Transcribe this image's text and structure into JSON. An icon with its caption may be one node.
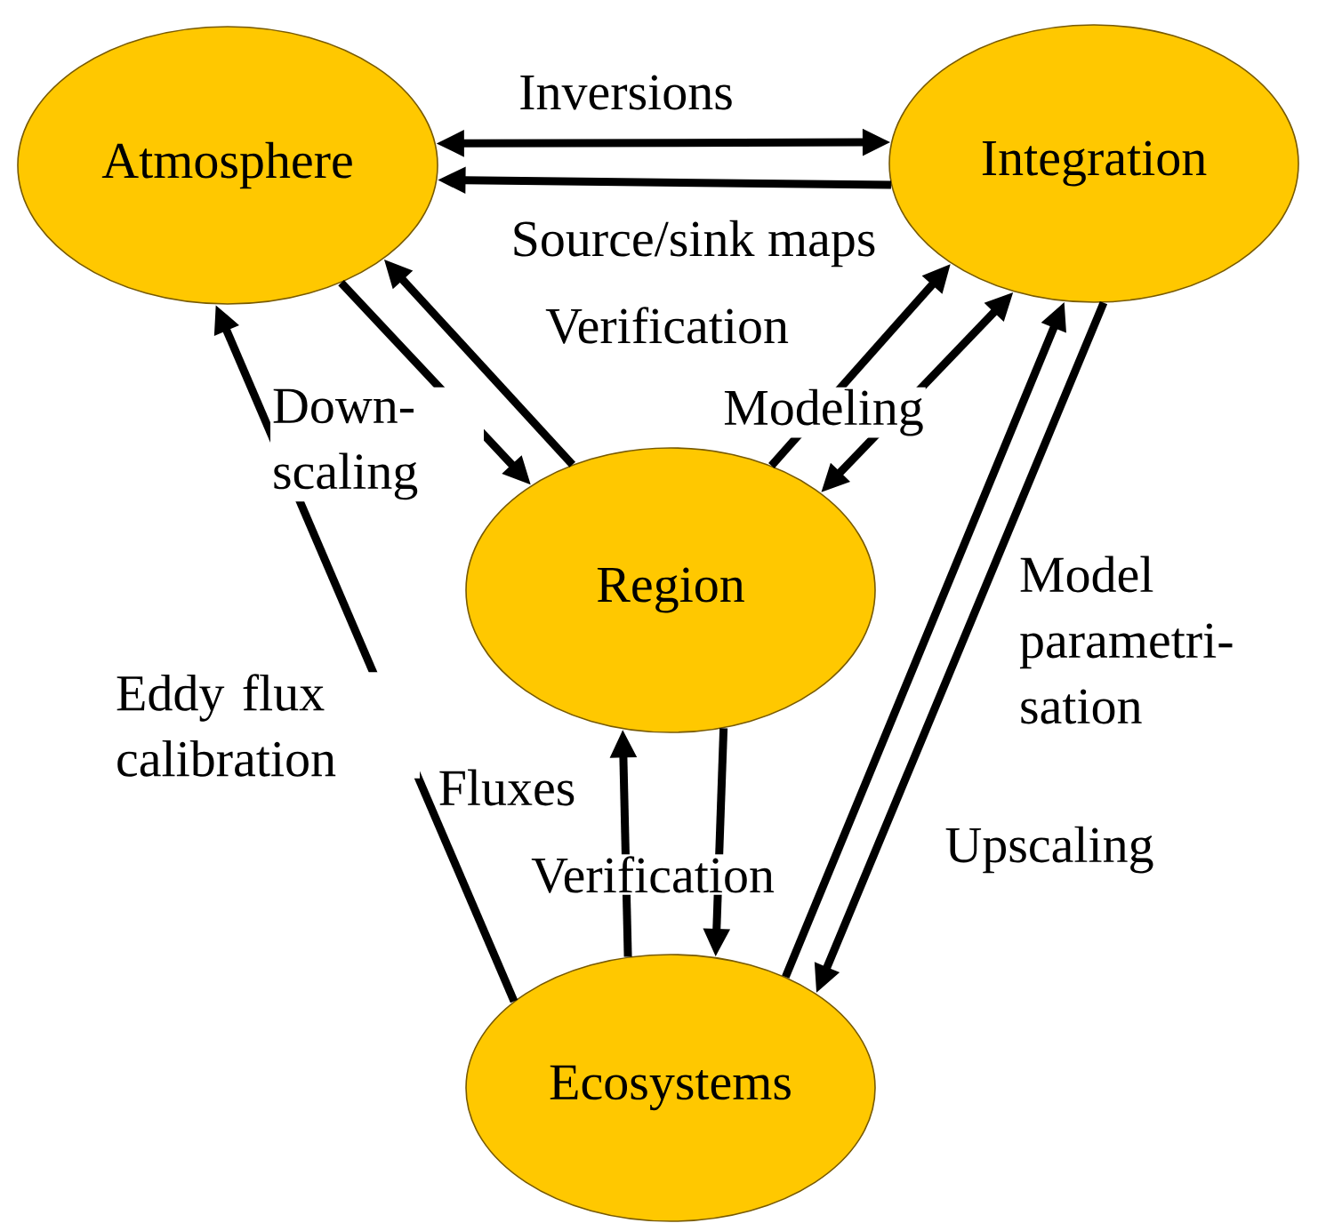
{
  "diagram": {
    "nodes": [
      {
        "text": [
          "Atmosphere"
        ]
      },
      {
        "text": [
          "Integration"
        ]
      },
      {
        "text": [
          "Region"
        ]
      },
      {
        "text": [
          "Ecosystems"
        ]
      }
    ],
    "edges": [
      {
        "from": 0,
        "to": 1,
        "arrow": "both",
        "label": "Inversions"
      },
      {
        "from": 1,
        "to": 0,
        "arrow": "to",
        "label": "Source/sink maps"
      },
      {
        "from": 0,
        "to": 2,
        "arrow": "to",
        "label": "Down-scaling"
      },
      {
        "from": 2,
        "to": 0,
        "arrow": "to",
        "label": "Verification"
      },
      {
        "from": 2,
        "to": 1,
        "arrow": "to",
        "label": "Modeling"
      },
      {
        "from": 2,
        "to": 1,
        "arrow": "both"
      },
      {
        "from": 3,
        "to": 1,
        "arrow": "to",
        "label": "Upscaling"
      },
      {
        "from": 1,
        "to": 3,
        "arrow": "to",
        "label": "Model parametri-sation"
      },
      {
        "from": 3,
        "to": 0,
        "arrow": "to",
        "label": "Eddy flux calibration"
      },
      {
        "from": 3,
        "to": 2,
        "arrow": "to",
        "label": "Fluxes"
      },
      {
        "from": 2,
        "to": 3,
        "arrow": "to",
        "label": "Verification"
      }
    ]
  }
}
